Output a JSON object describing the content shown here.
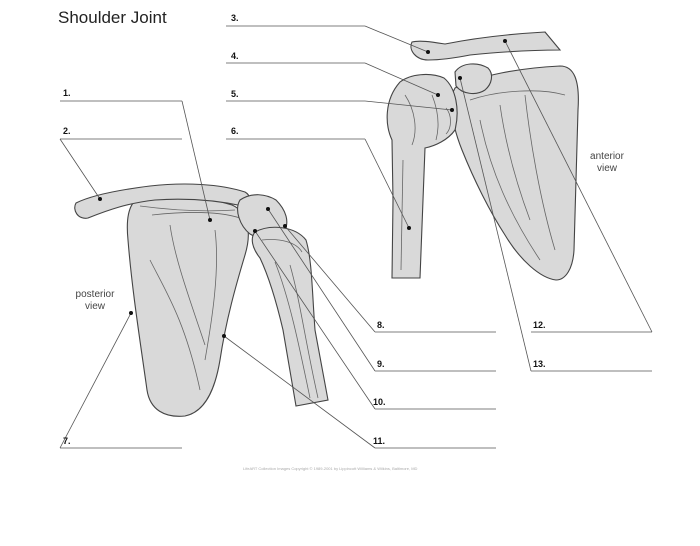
{
  "title": "Shoulder Joint",
  "labels": [
    "1.",
    "2.",
    "3.",
    "4.",
    "5.",
    "6.",
    "7.",
    "8.",
    "9.",
    "10.",
    "11.",
    "12.",
    "13."
  ],
  "views": {
    "posterior": "posterior\nview",
    "anterior": "anterior\nview"
  },
  "copyright": "LifeART Collection Images Copyright © 1989-2001 by Lippincott Williams & Wilkins, Baltimore, MD"
}
